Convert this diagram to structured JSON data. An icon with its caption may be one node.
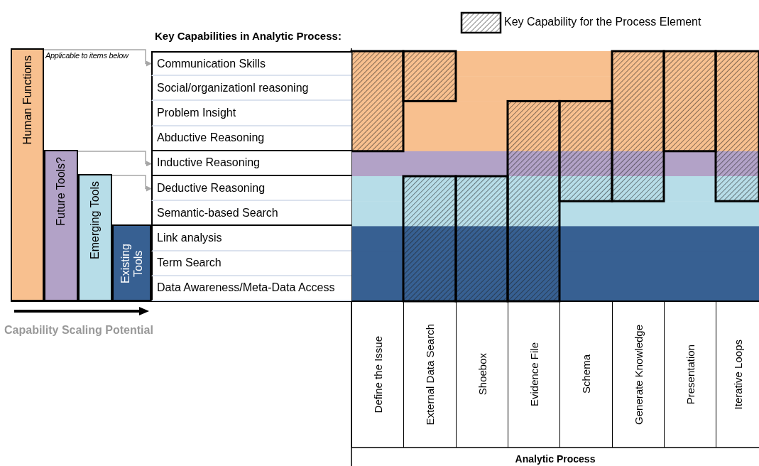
{
  "diagram": {
    "title": "Key Capabilities in Analytic Process:",
    "nodes": [
      {
        "text": [
          "Human Functions"
        ]
      },
      {
        "text": [
          "Future Tools?"
        ]
      },
      {
        "text": [
          "Emerging Tools"
        ]
      },
      {
        "text": [
          "Existing Tools"
        ]
      },
      {
        "text": [
          "Communication Skills"
        ]
      },
      {
        "text": [
          "Social/organizationl reasoning"
        ]
      },
      {
        "text": [
          "Problem Insight"
        ]
      },
      {
        "text": [
          "Abductive Reasoning"
        ]
      },
      {
        "text": [
          "Inductive Reasoning"
        ]
      },
      {
        "text": [
          "Deductive Reasoning"
        ]
      },
      {
        "text": [
          "Semantic-based Search"
        ]
      },
      {
        "text": [
          "Link analysis"
        ]
      },
      {
        "text": [
          "Term Search"
        ]
      },
      {
        "text": [
          "Data Awareness/Meta-Data Access"
        ]
      },
      {
        "text": [
          "Define the Issue"
        ]
      },
      {
        "text": [
          "External Data Search"
        ]
      },
      {
        "text": [
          "Shoebox"
        ]
      },
      {
        "text": [
          "Evidence File"
        ]
      },
      {
        "text": [
          "Schema"
        ]
      },
      {
        "text": [
          "Generate Knowledge"
        ]
      },
      {
        "text": [
          "Presentation"
        ]
      },
      {
        "text": [
          "Iterative Loops"
        ]
      }
    ],
    "edges": [
      {
        "from": 0,
        "to": 4,
        "arrow": "to",
        "label": "Applicable to items below"
      },
      {
        "from": 1,
        "to": 8,
        "arrow": "to"
      },
      {
        "from": 2,
        "to": 9,
        "arrow": "to"
      }
    ],
    "labels": [
      "Capability Scaling Potential",
      "Analytic Process"
    ],
    "legend": [
      {
        "text": "Key Capability for the Process Element"
      }
    ]
  }
}
